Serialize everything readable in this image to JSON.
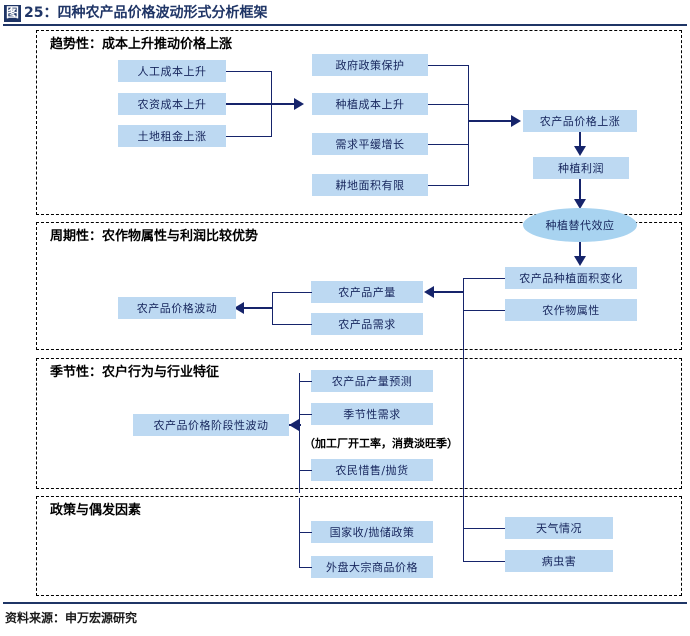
{
  "figure": {
    "tag": "图",
    "number": "25",
    "separator": "：",
    "title": "四种农产品价格波动形式分析框架",
    "title_full": "25：四种农产品价格波动形式分析框架",
    "source_label": "资料来源：申万宏源研究"
  },
  "colors": {
    "title_blue": "#1f3566",
    "box_fill": "#bdd9f2",
    "ellipse_fill": "#a8d3f0",
    "connector": "#16246b",
    "frame_dash": "#000000"
  },
  "sections": [
    {
      "id": "trend",
      "label": "趋势性：成本上升推动价格上涨"
    },
    {
      "id": "cycle",
      "label": "周期性：农作物属性与利润比较优势"
    },
    {
      "id": "season",
      "label": "季节性：农户行为与行业特征"
    },
    {
      "id": "policy",
      "label": "政策与偶发因素"
    }
  ],
  "nodes": {
    "labor_cost": "人工成本上升",
    "input_cost": "农资成本上升",
    "land_rent": "土地租金上涨",
    "gov_policy": "政府政策保护",
    "planting_cost": "种植成本上升",
    "demand_growth": "需求平缓增长",
    "arable_limited": "耕地面积有限",
    "price_up": "农产品价格上涨",
    "planting_profit": "种植利润",
    "substitution": "种植替代效应",
    "area_change": "农产品种植面积变化",
    "crop_attr": "农作物属性",
    "output": "农产品产量",
    "demand": "农产品需求",
    "price_fluct": "农产品价格波动",
    "output_forecast": "农产品产量预测",
    "seasonal_demand": "季节性需求",
    "season_note": "（加工厂开工率，消费淡旺季）",
    "farmer_behavior": "农民惜售/抛货",
    "stage_fluct": "农产品价格阶段性波动",
    "state_reserve": "国家收/抛储政策",
    "overseas_price": "外盘大宗商品价格",
    "weather": "天气情况",
    "pest": "病虫害"
  }
}
